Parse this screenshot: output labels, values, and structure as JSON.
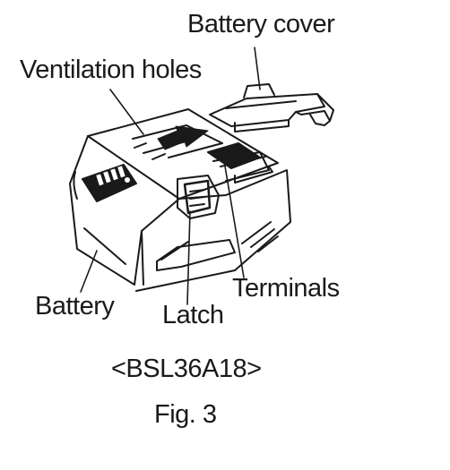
{
  "labels": {
    "battery_cover": "Battery cover",
    "ventilation_holes": "Ventilation holes",
    "terminals": "Terminals",
    "battery": "Battery",
    "latch": "Latch"
  },
  "model": "<BSL36A18>",
  "figure_caption": "Fig. 3",
  "colors": {
    "ink": "#1a1a1a",
    "background": "#ffffff"
  }
}
